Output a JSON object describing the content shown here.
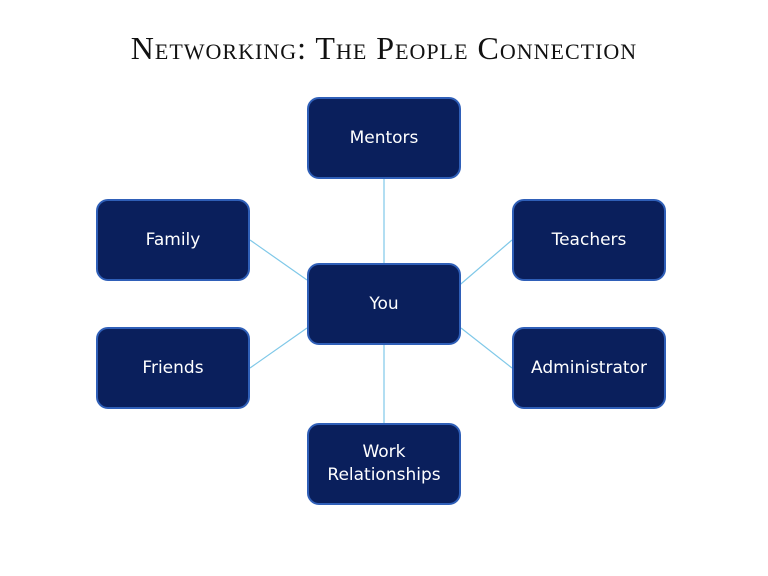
{
  "title": "Networking: The People Connection",
  "colors": {
    "node_fill": "#0a1f5c",
    "node_border": "#2f5fb8",
    "connector": "#7fc8e8",
    "node_text": "#ffffff"
  },
  "nodes": {
    "center": "You",
    "top": "Mentors",
    "upper_left": "Family",
    "upper_right": "Teachers",
    "lower_left": "Friends",
    "lower_right": "Administrator",
    "bottom_line1": "Work",
    "bottom_line2": "Relationships"
  }
}
